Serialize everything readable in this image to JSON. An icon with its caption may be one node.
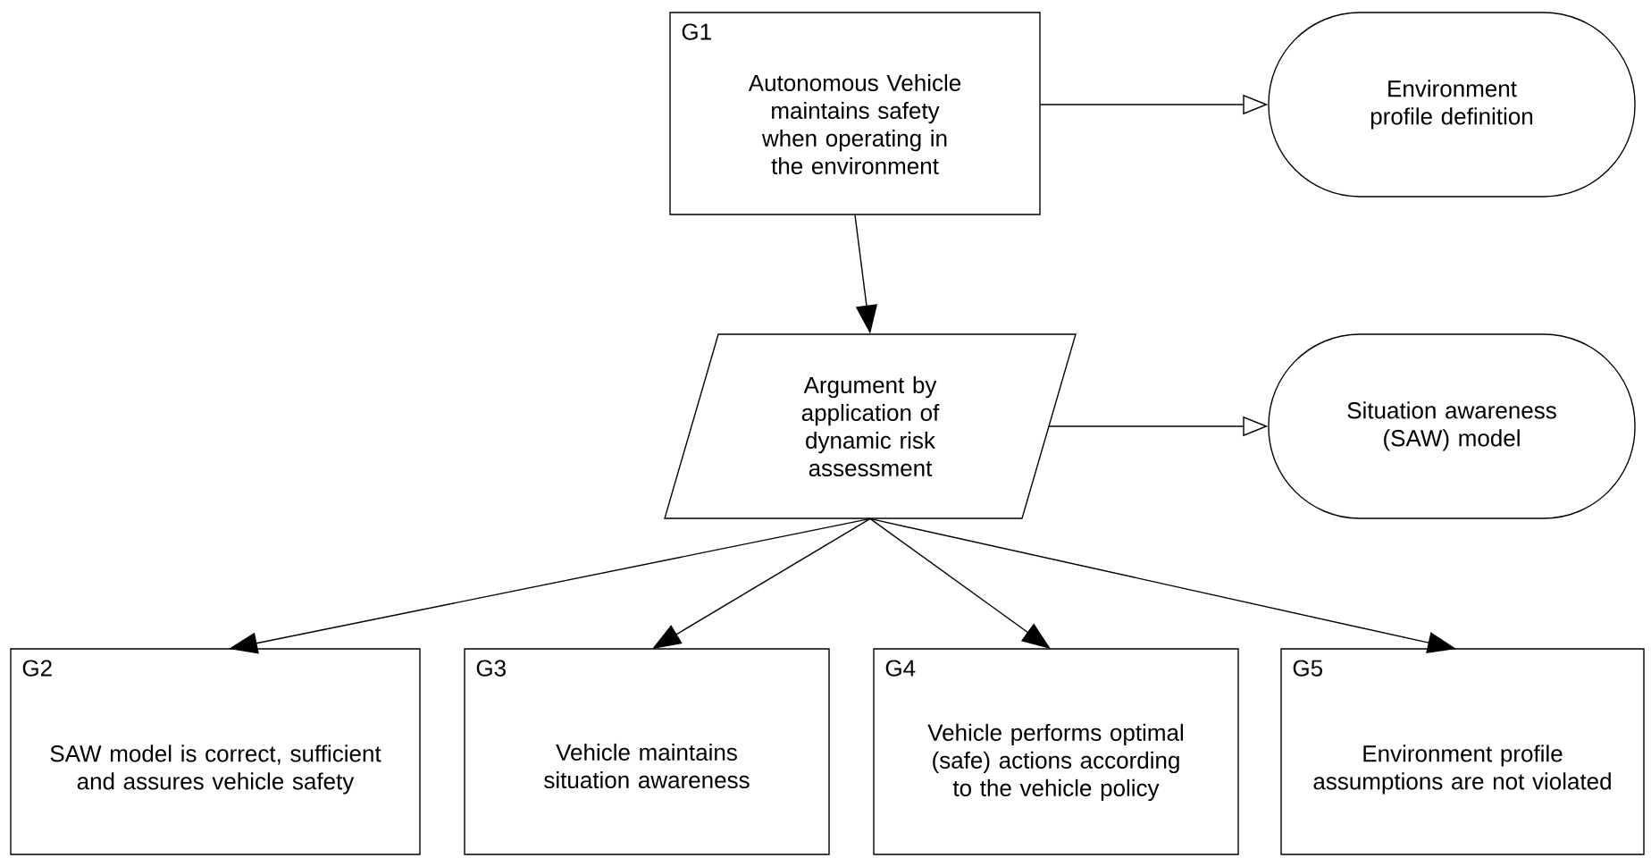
{
  "diagram": {
    "nodes": [
      {
        "text": [
          "G1",
          "Autonomous Vehicle maintains safety when operating in the environment"
        ]
      },
      {
        "text": [
          "Environment profile definition"
        ]
      },
      {
        "text": [
          "Argument by application of dynamic risk assessment"
        ]
      },
      {
        "text": [
          "Situation awareness (SAW) model"
        ]
      },
      {
        "text": [
          "G2",
          "SAW model is correct, sufficient and assures vehicle safety"
        ]
      },
      {
        "text": [
          "G3",
          "Vehicle maintains situation awareness"
        ]
      },
      {
        "text": [
          "G4",
          "Vehicle performs optimal (safe) actions according to the vehicle policy"
        ]
      },
      {
        "text": [
          "G5",
          "Environment profile assumptions are not violated"
        ]
      }
    ],
    "edges": [
      {
        "from": 0,
        "to": 1,
        "arrow": "to"
      },
      {
        "from": 0,
        "to": 2,
        "arrow": "to"
      },
      {
        "from": 2,
        "to": 3,
        "arrow": "to"
      },
      {
        "from": 2,
        "to": 4,
        "arrow": "to"
      },
      {
        "from": 2,
        "to": 5,
        "arrow": "to"
      },
      {
        "from": 2,
        "to": 6,
        "arrow": "to"
      },
      {
        "from": 2,
        "to": 7,
        "arrow": "to"
      }
    ]
  }
}
